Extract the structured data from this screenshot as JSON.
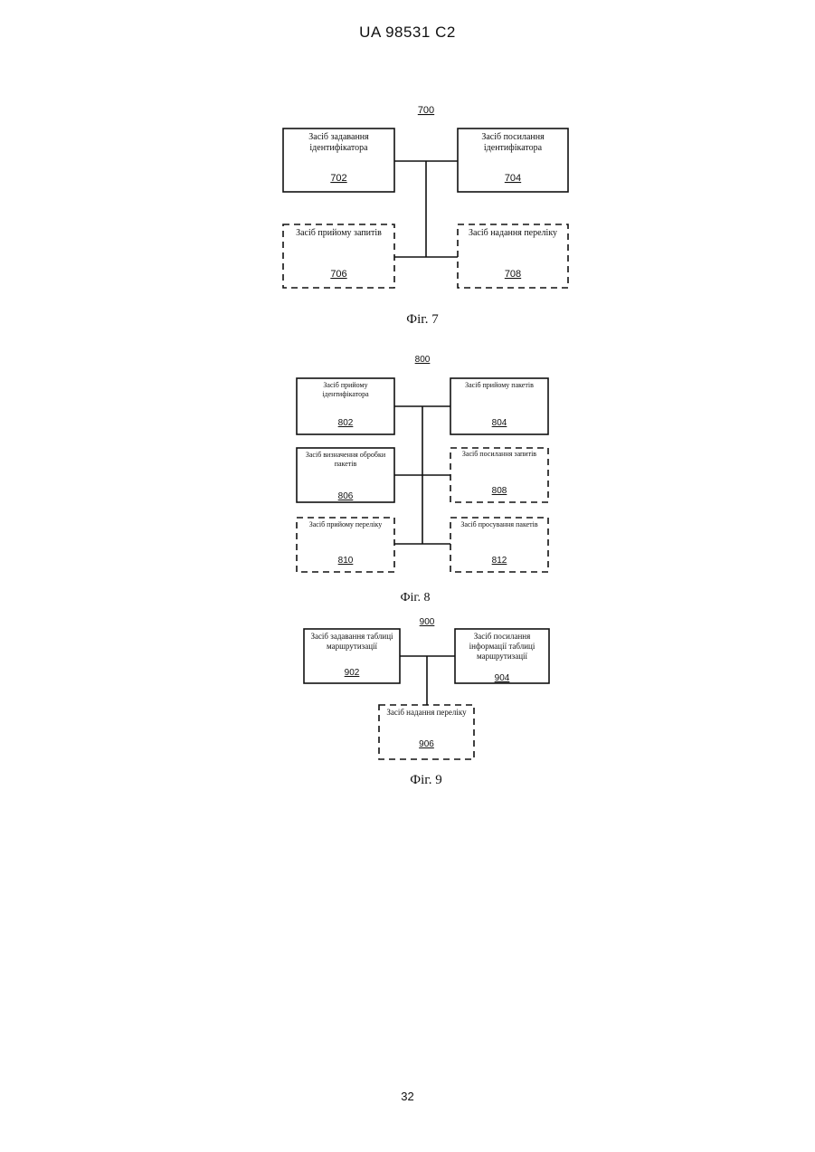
{
  "header": {
    "doc_number": "UA 98531 C2"
  },
  "page_number": "32",
  "fig7": {
    "ref": "700",
    "caption": "Фіг. 7",
    "boxes": {
      "b702": {
        "lines": [
          "Засіб задавання",
          "ідентифікатора"
        ],
        "ref": "702",
        "style": "solid"
      },
      "b704": {
        "lines": [
          "Засіб посилання",
          "ідентифікатора"
        ],
        "ref": "704",
        "style": "solid"
      },
      "b706": {
        "lines": [
          "Засіб прийому запитів"
        ],
        "ref": "706",
        "style": "dashed"
      },
      "b708": {
        "lines": [
          "Засіб надання переліку"
        ],
        "ref": "708",
        "style": "dashed"
      }
    }
  },
  "fig8": {
    "ref": "800",
    "caption": "Фіг. 8",
    "boxes": {
      "b802": {
        "lines": [
          "Засіб прийому",
          "ідентифікатора"
        ],
        "ref": "802",
        "style": "solid"
      },
      "b804": {
        "lines": [
          "Засіб прийому пакетів"
        ],
        "ref": "804",
        "style": "solid"
      },
      "b806": {
        "lines": [
          "Засіб визначення обробки",
          "пакетів"
        ],
        "ref": "806",
        "style": "solid"
      },
      "b808": {
        "lines": [
          "Засіб посилання запитів"
        ],
        "ref": "808",
        "style": "dashed"
      },
      "b810": {
        "lines": [
          "Засіб прийому переліку"
        ],
        "ref": "810",
        "style": "dashed"
      },
      "b812": {
        "lines": [
          "Засіб просування пакетів"
        ],
        "ref": "812",
        "style": "dashed"
      }
    }
  },
  "fig9": {
    "ref": "900",
    "caption": "Фіг. 9",
    "boxes": {
      "b902": {
        "lines": [
          "Засіб задавання таблиці",
          "маршрутизації"
        ],
        "ref": "902",
        "style": "solid"
      },
      "b904": {
        "lines": [
          "Засіб посилання",
          "інформації таблиці",
          "маршрутизації"
        ],
        "ref": "904",
        "style": "solid"
      },
      "b906": {
        "lines": [
          "Засіб надання переліку"
        ],
        "ref": "906",
        "style": "dashed"
      }
    }
  }
}
